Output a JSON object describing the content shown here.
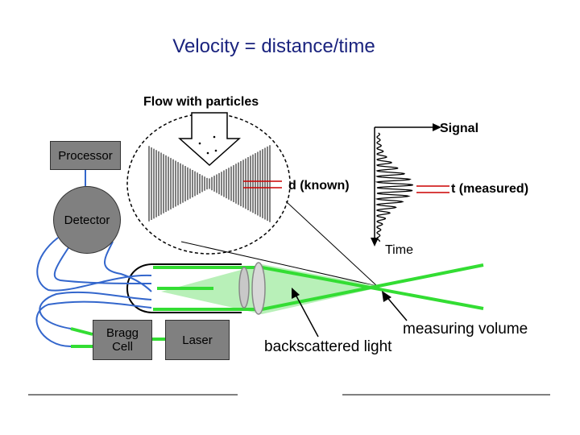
{
  "title": "Velocity = distance/time",
  "labels": {
    "flow": "Flow with particles",
    "signal": "Signal",
    "d_known": "d (known)",
    "t_measured": "t (measured)",
    "time": "Time",
    "measuring_volume": "measuring volume",
    "backscattered": "backscattered light"
  },
  "boxes": {
    "processor": "Processor",
    "detector": "Detector",
    "bragg_line1": "Bragg",
    "bragg_line2": "Cell",
    "laser": "Laser"
  },
  "colors": {
    "title": "#1a237e",
    "box_fill": "#808080",
    "beam": "#33dd33",
    "fiber": "#3366cc",
    "marker": "#cc0000"
  }
}
